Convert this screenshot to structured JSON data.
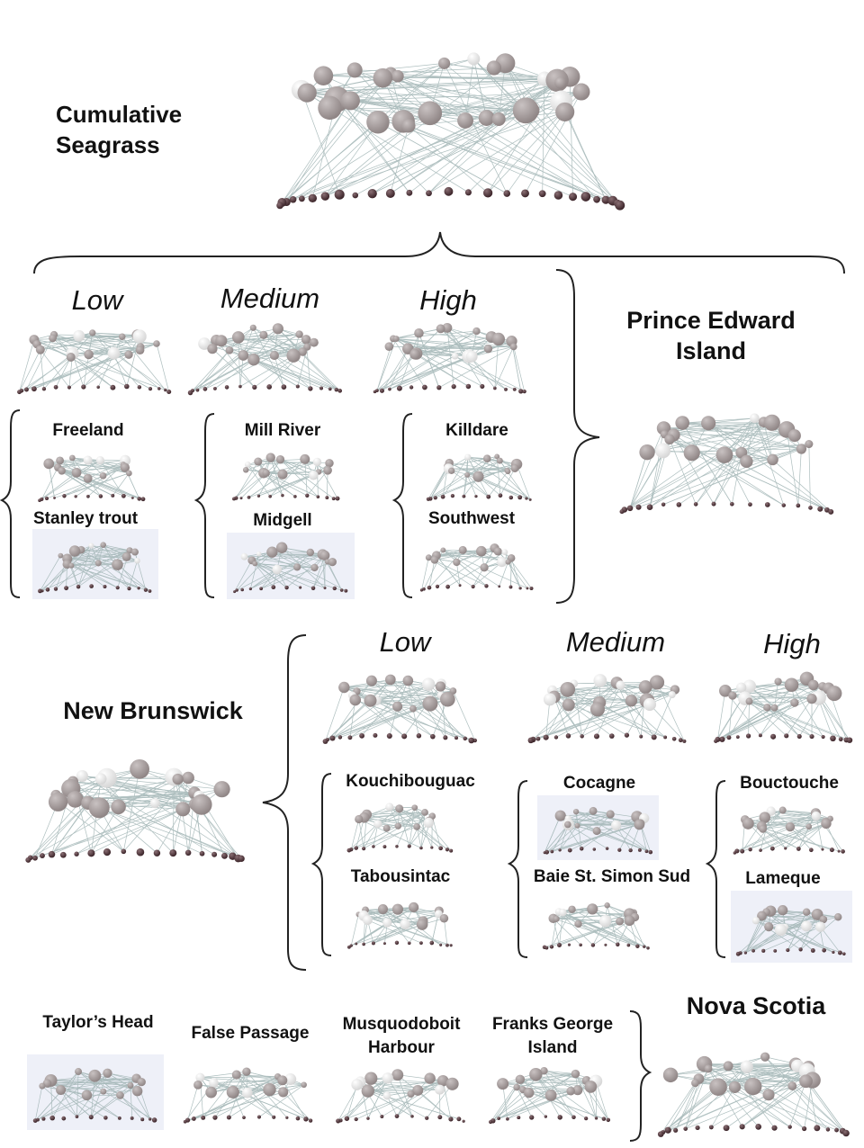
{
  "figure": {
    "title_line1": "Cumulative",
    "title_line2": "Seagrass",
    "pei": {
      "region_line1": "Prince Edward",
      "region_line2": "Island",
      "levels": [
        "Low",
        "Medium",
        "High"
      ],
      "sites": {
        "low": [
          "Freeland",
          "Stanley trout"
        ],
        "medium": [
          "Mill River",
          "Midgell"
        ],
        "high": [
          "Killdare",
          "Southwest"
        ]
      }
    },
    "nb": {
      "region": "New Brunswick",
      "levels": [
        "Low",
        "Medium",
        "High"
      ],
      "sites": {
        "low": [
          "Kouchibouguac",
          "Tabousintac"
        ],
        "medium": [
          "Cocagne",
          "Baie St. Simon Sud"
        ],
        "high": [
          "Bouctouche",
          "Lameque"
        ]
      }
    },
    "ns": {
      "region": "Nova Scotia",
      "sites": [
        "Taylor’s Head",
        "False Passage",
        "Musquodoboit Harbour",
        "Franks George Island"
      ],
      "site_lines": [
        [
          "Taylor’s Head"
        ],
        [
          "False Passage"
        ],
        [
          "Musquodoboit",
          "Harbour"
        ],
        [
          "Franks George",
          "Island"
        ]
      ]
    }
  },
  "colors": {
    "background": "#ffffff",
    "text": "#111111",
    "edge": "#9fb3b3",
    "node_light": "#d6d6d6",
    "node_mid": "#8f8585",
    "node_dark": "#3a2328",
    "panel_tint": "#eef0f8"
  }
}
